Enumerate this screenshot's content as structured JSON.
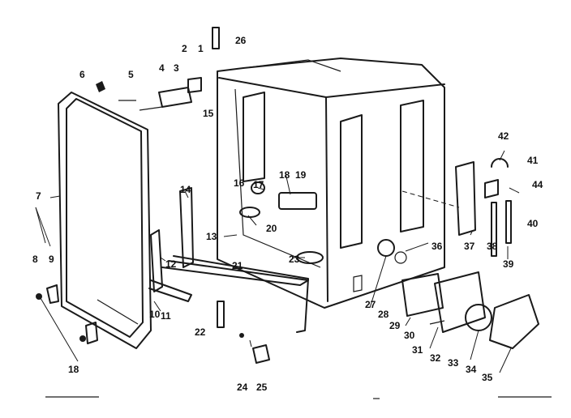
{
  "callouts": [
    "1",
    "2",
    "3",
    "4",
    "5",
    "6",
    "7",
    "8",
    "9",
    "10",
    "11",
    "12",
    "13",
    "14",
    "15",
    "16",
    "17",
    "18",
    "19",
    "20",
    "21",
    "22",
    "23",
    "24",
    "25",
    "26",
    "27",
    "28",
    "29",
    "30",
    "31",
    "32",
    "33",
    "34",
    "35",
    "36",
    "37",
    "38",
    "39",
    "40",
    "41",
    "42",
    "44",
    "18"
  ]
}
